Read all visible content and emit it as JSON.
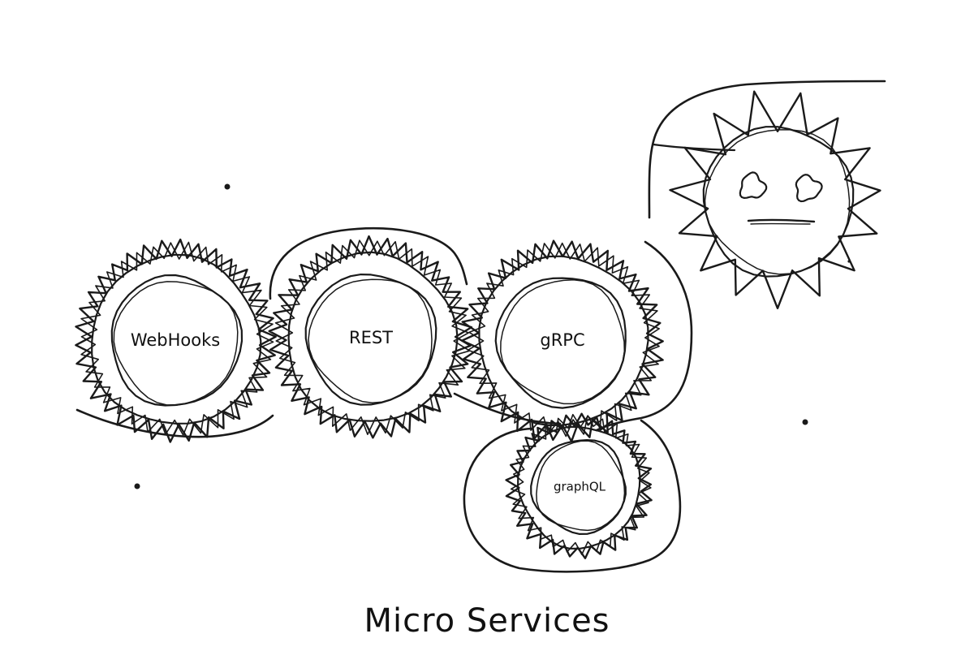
{
  "diagram": {
    "caption": "Micro Services",
    "ink_color": "#1a1a1a",
    "background": "#ffffff",
    "gears": [
      {
        "id": "webhooks",
        "label": "WebHooks"
      },
      {
        "id": "rest",
        "label": "REST"
      },
      {
        "id": "grpc",
        "label": "gRPC"
      },
      {
        "id": "graphql",
        "label": "graphQL"
      }
    ],
    "sun_face_icon": "sun-face-icon"
  }
}
